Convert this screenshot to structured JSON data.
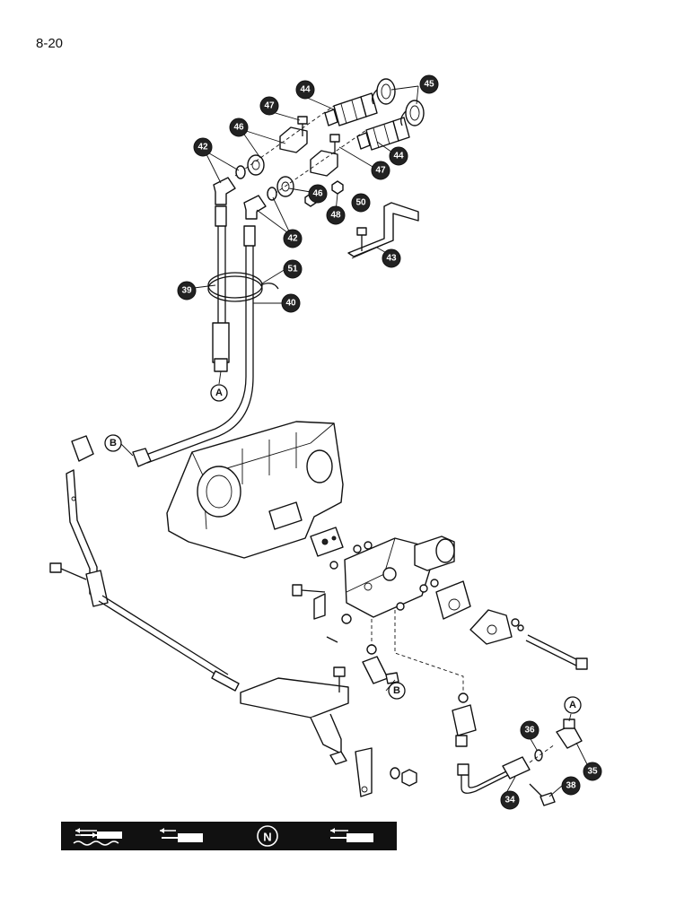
{
  "page_number": "8-20",
  "callouts": {
    "c34": "34",
    "c35": "35",
    "c36": "36",
    "c38": "38",
    "c39": "39",
    "c40": "40",
    "c42a": "42",
    "c42b": "42",
    "c43": "43",
    "c44a": "44",
    "c44b": "44",
    "c45": "45",
    "c46a": "46",
    "c46b": "46",
    "c47a": "47",
    "c47b": "47",
    "c48": "48",
    "c50": "50",
    "c51": "51"
  },
  "connectors": {
    "a_top": "A",
    "a_bottom": "A",
    "b_left": "B",
    "b_right": "B"
  },
  "legend": {
    "neutral": "N",
    "icons": [
      "float-cylinder-icon",
      "retract-cylinder-icon",
      "neutral-icon",
      "extend-cylinder-icon"
    ]
  }
}
